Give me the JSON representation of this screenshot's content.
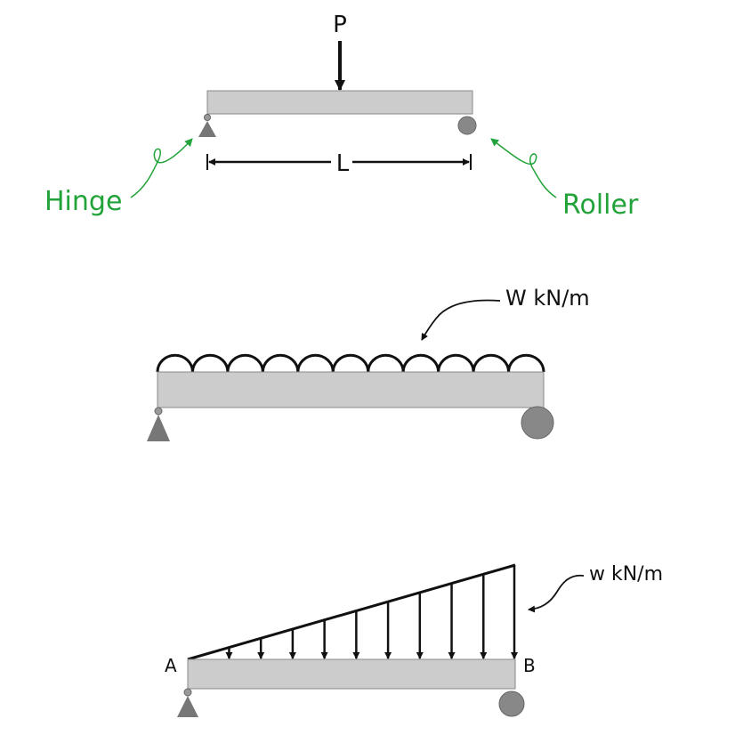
{
  "beam1": {
    "load_label": "P",
    "span_label": "L",
    "left_support_label": "Hinge",
    "right_support_label": "Roller"
  },
  "beam2": {
    "load_label": "W kN/m",
    "arch_count": 11
  },
  "beam3": {
    "load_label": "w kN/m",
    "left_end_label": "A",
    "right_end_label": "B",
    "arrow_count": 10
  },
  "colors": {
    "beam": "#cccccc",
    "support": "#777777",
    "annotation": "#22a33a",
    "ink": "#111111"
  }
}
